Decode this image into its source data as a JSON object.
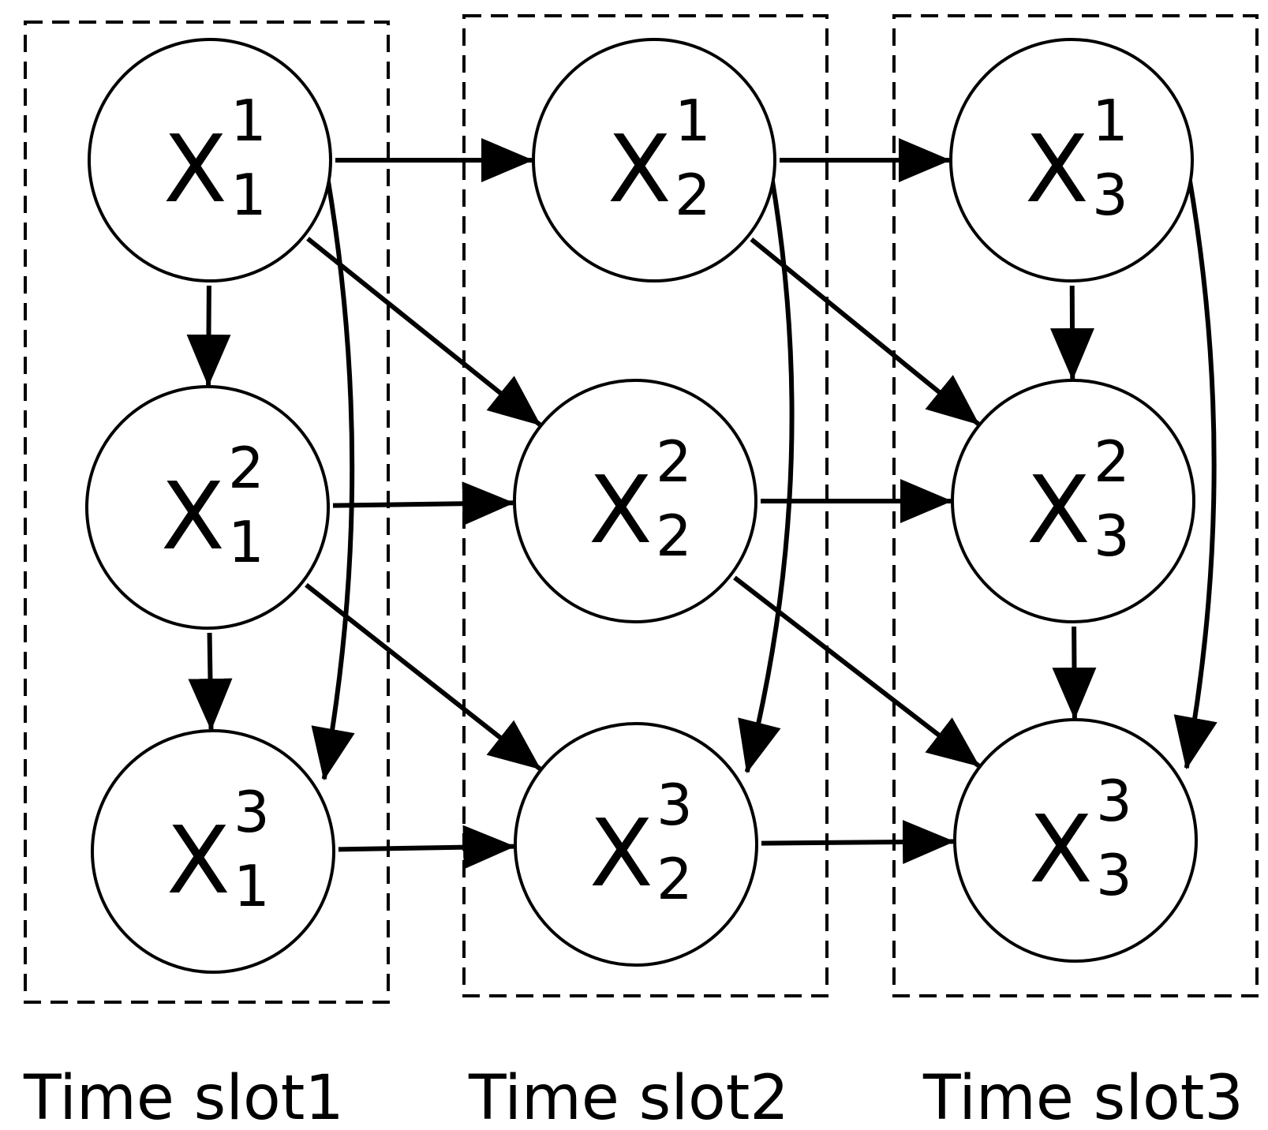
{
  "slots": [
    {
      "id": "slot-1",
      "label": "Time slot1"
    },
    {
      "id": "slot-2",
      "label": "Time slot2"
    },
    {
      "id": "slot-3",
      "label": "Time slot3"
    }
  ],
  "nodes": [
    {
      "id": "n11",
      "base": "X",
      "sup": "1",
      "sub": "1"
    },
    {
      "id": "n21",
      "base": "X",
      "sup": "2",
      "sub": "1"
    },
    {
      "id": "n31",
      "base": "X",
      "sup": "3",
      "sub": "1"
    },
    {
      "id": "n12",
      "base": "X",
      "sup": "1",
      "sub": "2"
    },
    {
      "id": "n22",
      "base": "X",
      "sup": "2",
      "sub": "2"
    },
    {
      "id": "n32",
      "base": "X",
      "sup": "3",
      "sub": "2"
    },
    {
      "id": "n13",
      "base": "X",
      "sup": "1",
      "sub": "3"
    },
    {
      "id": "n23",
      "base": "X",
      "sup": "2",
      "sub": "3"
    },
    {
      "id": "n33",
      "base": "X",
      "sup": "3",
      "sub": "3"
    }
  ],
  "edges": [
    {
      "from": "n11",
      "to": "n21"
    },
    {
      "from": "n21",
      "to": "n31"
    },
    {
      "from": "n11",
      "to": "n31",
      "curved": true
    },
    {
      "from": "n11",
      "to": "n12"
    },
    {
      "from": "n11",
      "to": "n22"
    },
    {
      "from": "n21",
      "to": "n22"
    },
    {
      "from": "n21",
      "to": "n32"
    },
    {
      "from": "n31",
      "to": "n32"
    },
    {
      "from": "n12",
      "to": "n32",
      "curved": true
    },
    {
      "from": "n12",
      "to": "n13"
    },
    {
      "from": "n12",
      "to": "n23"
    },
    {
      "from": "n22",
      "to": "n23"
    },
    {
      "from": "n22",
      "to": "n33"
    },
    {
      "from": "n32",
      "to": "n33"
    },
    {
      "from": "n13",
      "to": "n23"
    },
    {
      "from": "n23",
      "to": "n33"
    },
    {
      "from": "n13",
      "to": "n33",
      "curved": true
    }
  ]
}
